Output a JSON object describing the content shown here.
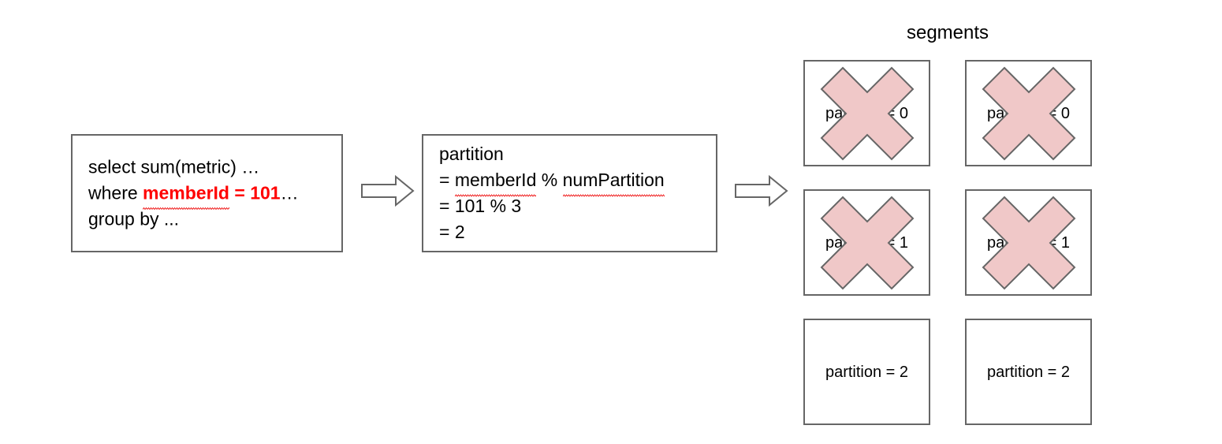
{
  "colors": {
    "box_border": "#666666",
    "highlight_red": "#ff0000",
    "squiggle_red": "#ee1111",
    "cross_fill": "#f0c8c8",
    "cross_stroke": "#666666",
    "background": "#ffffff",
    "text": "#000000"
  },
  "query_box": {
    "line1": "select sum(metric) …",
    "line2_prefix": "where ",
    "line2_highlight": "memberId",
    "line2_highlight_rest": " = 101",
    "line2_suffix": "…",
    "line3": "group by ..."
  },
  "partition_box": {
    "line1": "partition",
    "line2_eq": "= ",
    "line2_term1": "memberId",
    "line2_op": " % ",
    "line2_term2": "numPartition",
    "line3": "= 101 % 3",
    "line4": "= 2"
  },
  "arrows": {
    "arrow1_name": "arrow-query-to-partition",
    "arrow2_name": "arrow-partition-to-segments"
  },
  "segments": {
    "title": "segments",
    "boxes": [
      {
        "label": "partition = 0",
        "crossed": true
      },
      {
        "label": "partition = 0",
        "crossed": true
      },
      {
        "label": "partition = 1",
        "crossed": true
      },
      {
        "label": "partition = 1",
        "crossed": true
      },
      {
        "label": "partition = 2",
        "crossed": false
      },
      {
        "label": "partition = 2",
        "crossed": false
      }
    ]
  }
}
